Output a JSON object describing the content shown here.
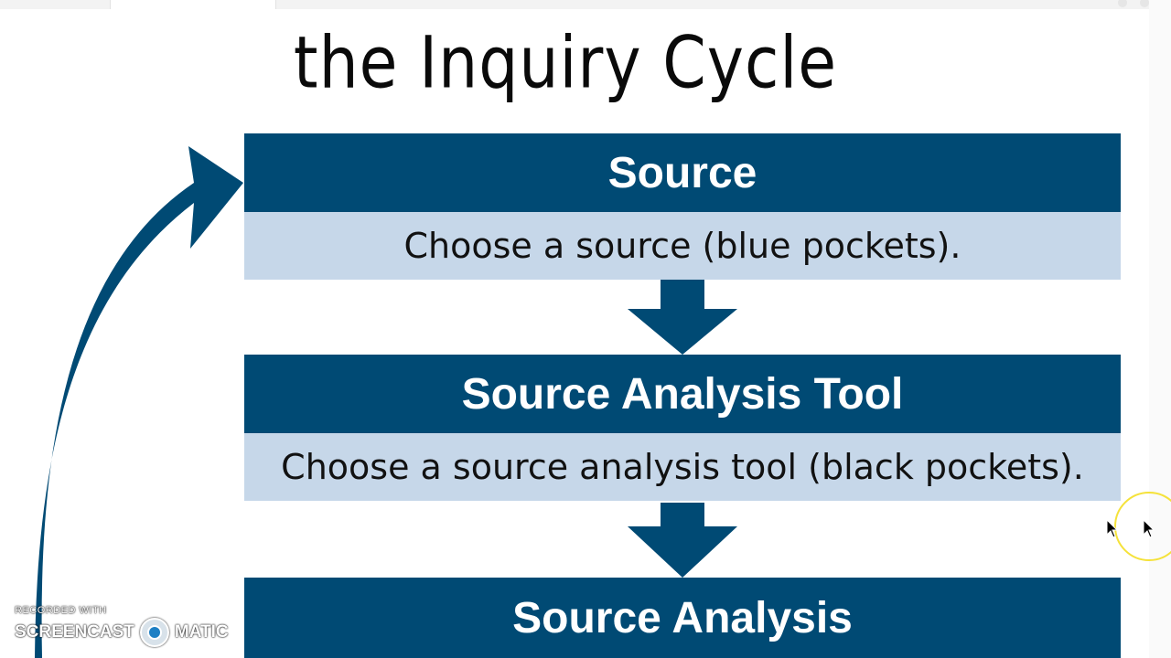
{
  "title": {
    "line2": "the Inquiry Cycle"
  },
  "steps": [
    {
      "heading": "Source",
      "text": "Choose a source (blue pockets)."
    },
    {
      "heading": "Source Analysis Tool",
      "text": "Choose a source analysis tool (black pockets)."
    },
    {
      "heading": "Source Analysis",
      "text": ""
    }
  ],
  "watermark": {
    "recorded_with": "RECORDED WITH",
    "brand_left": "SCREENCAST",
    "brand_right": "MATIC"
  },
  "colors": {
    "header_bg": "#004a74",
    "body_bg": "#c6d7e9",
    "arrow": "#004a74",
    "cursor_highlight": "#f5e23a"
  }
}
